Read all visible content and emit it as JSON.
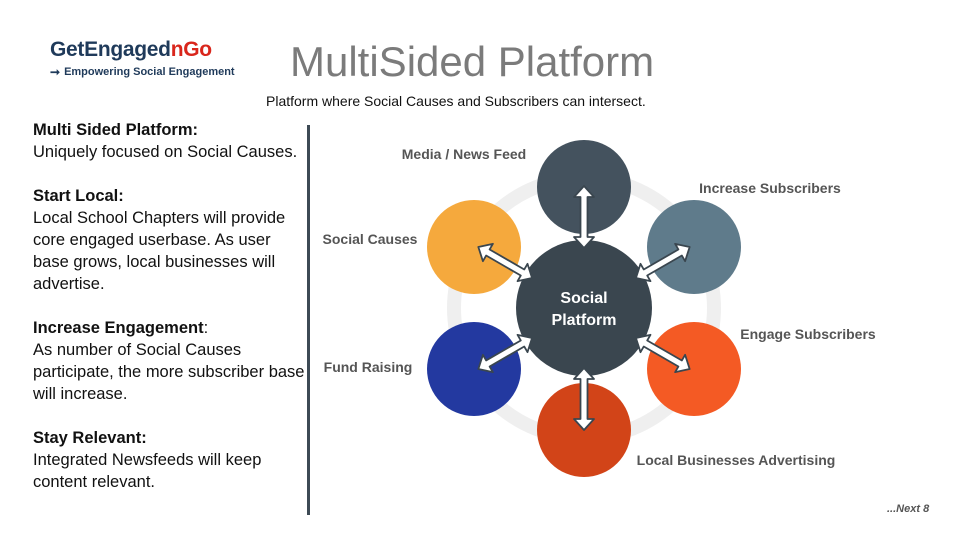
{
  "logo": {
    "part1": "GetEngaged",
    "part2": "nGo",
    "tagline": "Empowering Social Engagement"
  },
  "title": "MultiSided Platform",
  "subtitle": "Platform where Social Causes and Subscribers can intersect.",
  "sections": [
    {
      "heading": "Multi Sided Platform:",
      "body": "Uniquely focused on Social Causes."
    },
    {
      "heading": "Start Local:",
      "body": "Local School Chapters will provide core engaged userbase. As user base grows, local businesses will advertise."
    },
    {
      "heading": "Increase Engagement",
      "heading_suffix": ":",
      "body": "As number of Social Causes participate, the more subscriber base will increase."
    },
    {
      "heading": "Stay Relevant:",
      "body": "Integrated Newsfeeds will keep content relevant."
    }
  ],
  "diagram": {
    "center_line1": "Social",
    "center_line2": "Platform",
    "nodes": [
      {
        "label": "Media / News Feed",
        "color": "#44525e"
      },
      {
        "label": "Increase Subscribers",
        "color": "#5f7b8b"
      },
      {
        "label": "Engage Subscribers",
        "color": "#f45a24"
      },
      {
        "label": "Local Businesses Advertising",
        "color": "#d24418"
      },
      {
        "label": "Fund Raising",
        "color": "#2339a0"
      },
      {
        "label": "Social Causes",
        "color": "#f5a93d"
      }
    ],
    "center_color": "#3a464f",
    "ring_color": "#efefef"
  },
  "footer": {
    "next": "...Next 8"
  }
}
